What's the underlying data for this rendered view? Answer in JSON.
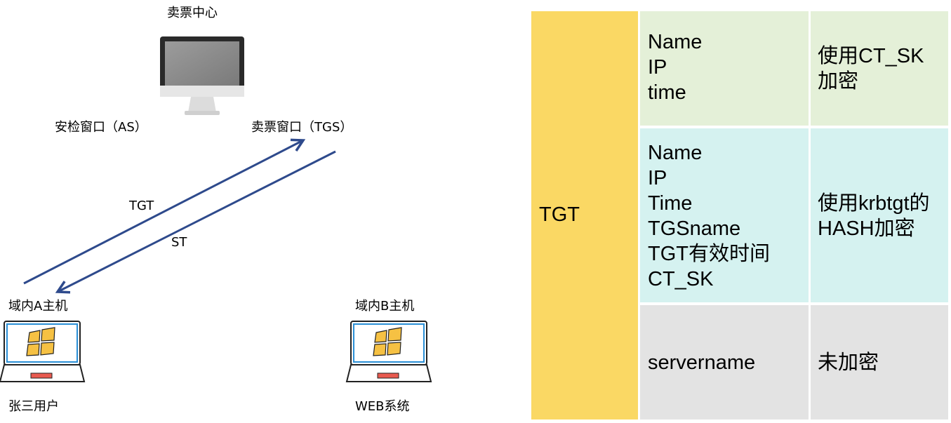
{
  "diagram": {
    "ticket_center": {
      "label": "卖票中心",
      "icon": "monitor-icon"
    },
    "as_window": {
      "label": "安检窗口（AS）"
    },
    "tgs_window": {
      "label": "卖票窗口（TGS）"
    },
    "arrow_tgt": {
      "label": "TGT"
    },
    "arrow_st": {
      "label": "ST"
    },
    "host_a": {
      "label": "域内A主机",
      "user": "张三用户",
      "icon": "laptop-windows-icon"
    },
    "host_b": {
      "label": "域内B主机",
      "user": "WEB系统",
      "icon": "laptop-windows-icon"
    },
    "colors": {
      "arrow": "#2e4a8c",
      "windows_yellow": "#f6c143",
      "laptop_screen": "#2a8fd6"
    }
  },
  "table": {
    "row_header": "TGT",
    "rows": [
      {
        "fields": [
          "Name",
          "IP",
          "time"
        ],
        "encryption": [
          "使用CT_SK",
          "加密"
        ]
      },
      {
        "fields": [
          "Name",
          "IP",
          "Time",
          "TGSname",
          "TGT有效时间",
          "CT_SK"
        ],
        "encryption": [
          "使用krbtgt的",
          "HASH加密"
        ]
      },
      {
        "fields": [
          "servername"
        ],
        "encryption": [
          "未加密"
        ]
      }
    ],
    "colors": {
      "header": "#fad864",
      "row1": "#e4f0d8",
      "row2": "#d5f2f0",
      "row3": "#e3e3e3"
    }
  }
}
